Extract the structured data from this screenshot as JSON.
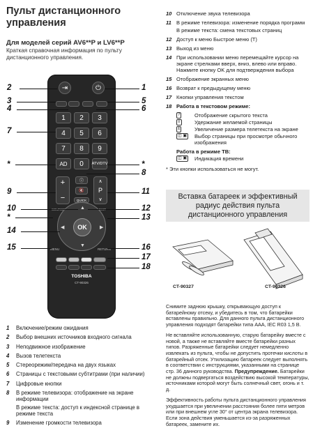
{
  "header": {
    "title": "Пульт дистанционного управления",
    "subtitle": "Для моделей серий AV6**P и LV6**P",
    "intro": "Краткая справочная информация по пульту дистанционного управления."
  },
  "remote": {
    "brand": "TOSHIBA",
    "model": "CT-90326",
    "keys": {
      "k1": "1",
      "k2": "2",
      "k3": "3",
      "k4": "4",
      "k5": "5",
      "k6": "6",
      "k7": "7",
      "k8": "8",
      "k9": "9",
      "ad": "AD",
      "k0": "0",
      "atv": "ATV/DTV",
      "vol_plus": "+",
      "vol_minus": "−",
      "p": "P",
      "ok": "OK",
      "quick": "QUICK",
      "source": "SOURCE",
      "exit": "EXIT",
      "menu": "MENU",
      "return": "RETURN"
    },
    "callouts_left": [
      "2",
      "3",
      "4",
      "7",
      "*",
      "9",
      "10",
      "*",
      "14",
      "15"
    ],
    "callouts_right": [
      "1",
      "5",
      "6",
      "*",
      "8",
      "11",
      "12",
      "13",
      "16",
      "17",
      "18"
    ]
  },
  "legend_bottom": [
    {
      "num": "1",
      "text": "Включение/режим ожидания"
    },
    {
      "num": "2",
      "text": "Выбор внешних источников входного сигнала"
    },
    {
      "num": "3",
      "text": "Неподвижное изображение"
    },
    {
      "num": "4",
      "text": "Вызов телетекста"
    },
    {
      "num": "5",
      "text": "Стереорежим/передача на двух языках"
    },
    {
      "num": "6",
      "text": "Страницы с текстовыми субтитрами (при наличии)"
    },
    {
      "num": "7",
      "text": "Цифровые кнопки"
    },
    {
      "num": "8",
      "text": "В режиме телевизора: отображение на экране информации",
      "sub": "В режиме текста: доступ к индексной странице в режиме текста"
    },
    {
      "num": "9",
      "text": "Изменение громкости телевизора"
    }
  ],
  "legend_right": [
    {
      "num": "10",
      "text": "Отключение звука телевизора"
    },
    {
      "num": "11",
      "text": "В режиме телевизора: изменение порядка программ",
      "sub": "В режиме текста: смена текстовых страниц"
    },
    {
      "num": "12",
      "text": "Доступ к меню Быстрое меню (T)"
    },
    {
      "num": "13",
      "text": "Выход из меню"
    },
    {
      "num": "14",
      "text": "При использовании меню перемещайте курсор на экране стрелками вверх, вниз, влево или вправо. Нажмите кнопку OK для подтверждения выбора"
    },
    {
      "num": "15",
      "text": "Отображение экранных меню"
    },
    {
      "num": "16",
      "text": "Возврат к предыдущему меню"
    },
    {
      "num": "17",
      "text": "Кнопки управления текстом"
    },
    {
      "num": "18",
      "text": "Работа в текстовом режиме:"
    }
  ],
  "text_mode": [
    {
      "icon": "?",
      "text": "Отображение скрытого текста"
    },
    {
      "icon": "≡",
      "text": "Удержание желаемой страницы"
    },
    {
      "icon": "±",
      "text": "Увеличение размера телетекста на экране"
    },
    {
      "icon": "◫ ▣",
      "text": "Выбор страницы при просмотре обычного изображения"
    }
  ],
  "tv_mode": {
    "heading": "Работа в режиме ТВ:",
    "icon": "◫ ▣",
    "text": "Индикация времени"
  },
  "footnote": "* Эти кнопки использоваться не могут.",
  "battery": {
    "heading": "Вставка батареек и эффективный радиус действия пульта дистанционного управления",
    "caption_left": "CT-90327",
    "caption_right": "CT-90326",
    "p1": "Снимите заднюю крышку, открывающую доступ к батарейному отсеку, и убедитесь в том, что батарейки вставлены правильно. Для данного пульта дистанционного управления подходят батарейки типа AAA, IEC R03 1,5 В.",
    "p2_a": "Не вставляйте использованную, старую батарейку вместе с новой, а также не вставляйте вместе батарейки разных типов. Разряженные батарейки следует немедленно извлекать из пульта, чтобы не допустить протечки кислоты в батарейный отсек. Утилизацию батареек следует выполнять в соответствии с инструкциями, указанными на странице стр. 36 данного руководства. ",
    "p2_bold": "Предупреждение.",
    "p2_b": " Батарейки не должны подвергаться воздействию высокой температуры, источниками которой могут быть солнечный свет, огонь и т. д.",
    "p3": "Эффективность работы пульта дистанционного управления ухудшается при увеличении расстояния более пяти метров или при внешнем угле 30° от центра экрана телевизора. Если зона действия уменьшается из-за разряженных батареек, замените их."
  }
}
